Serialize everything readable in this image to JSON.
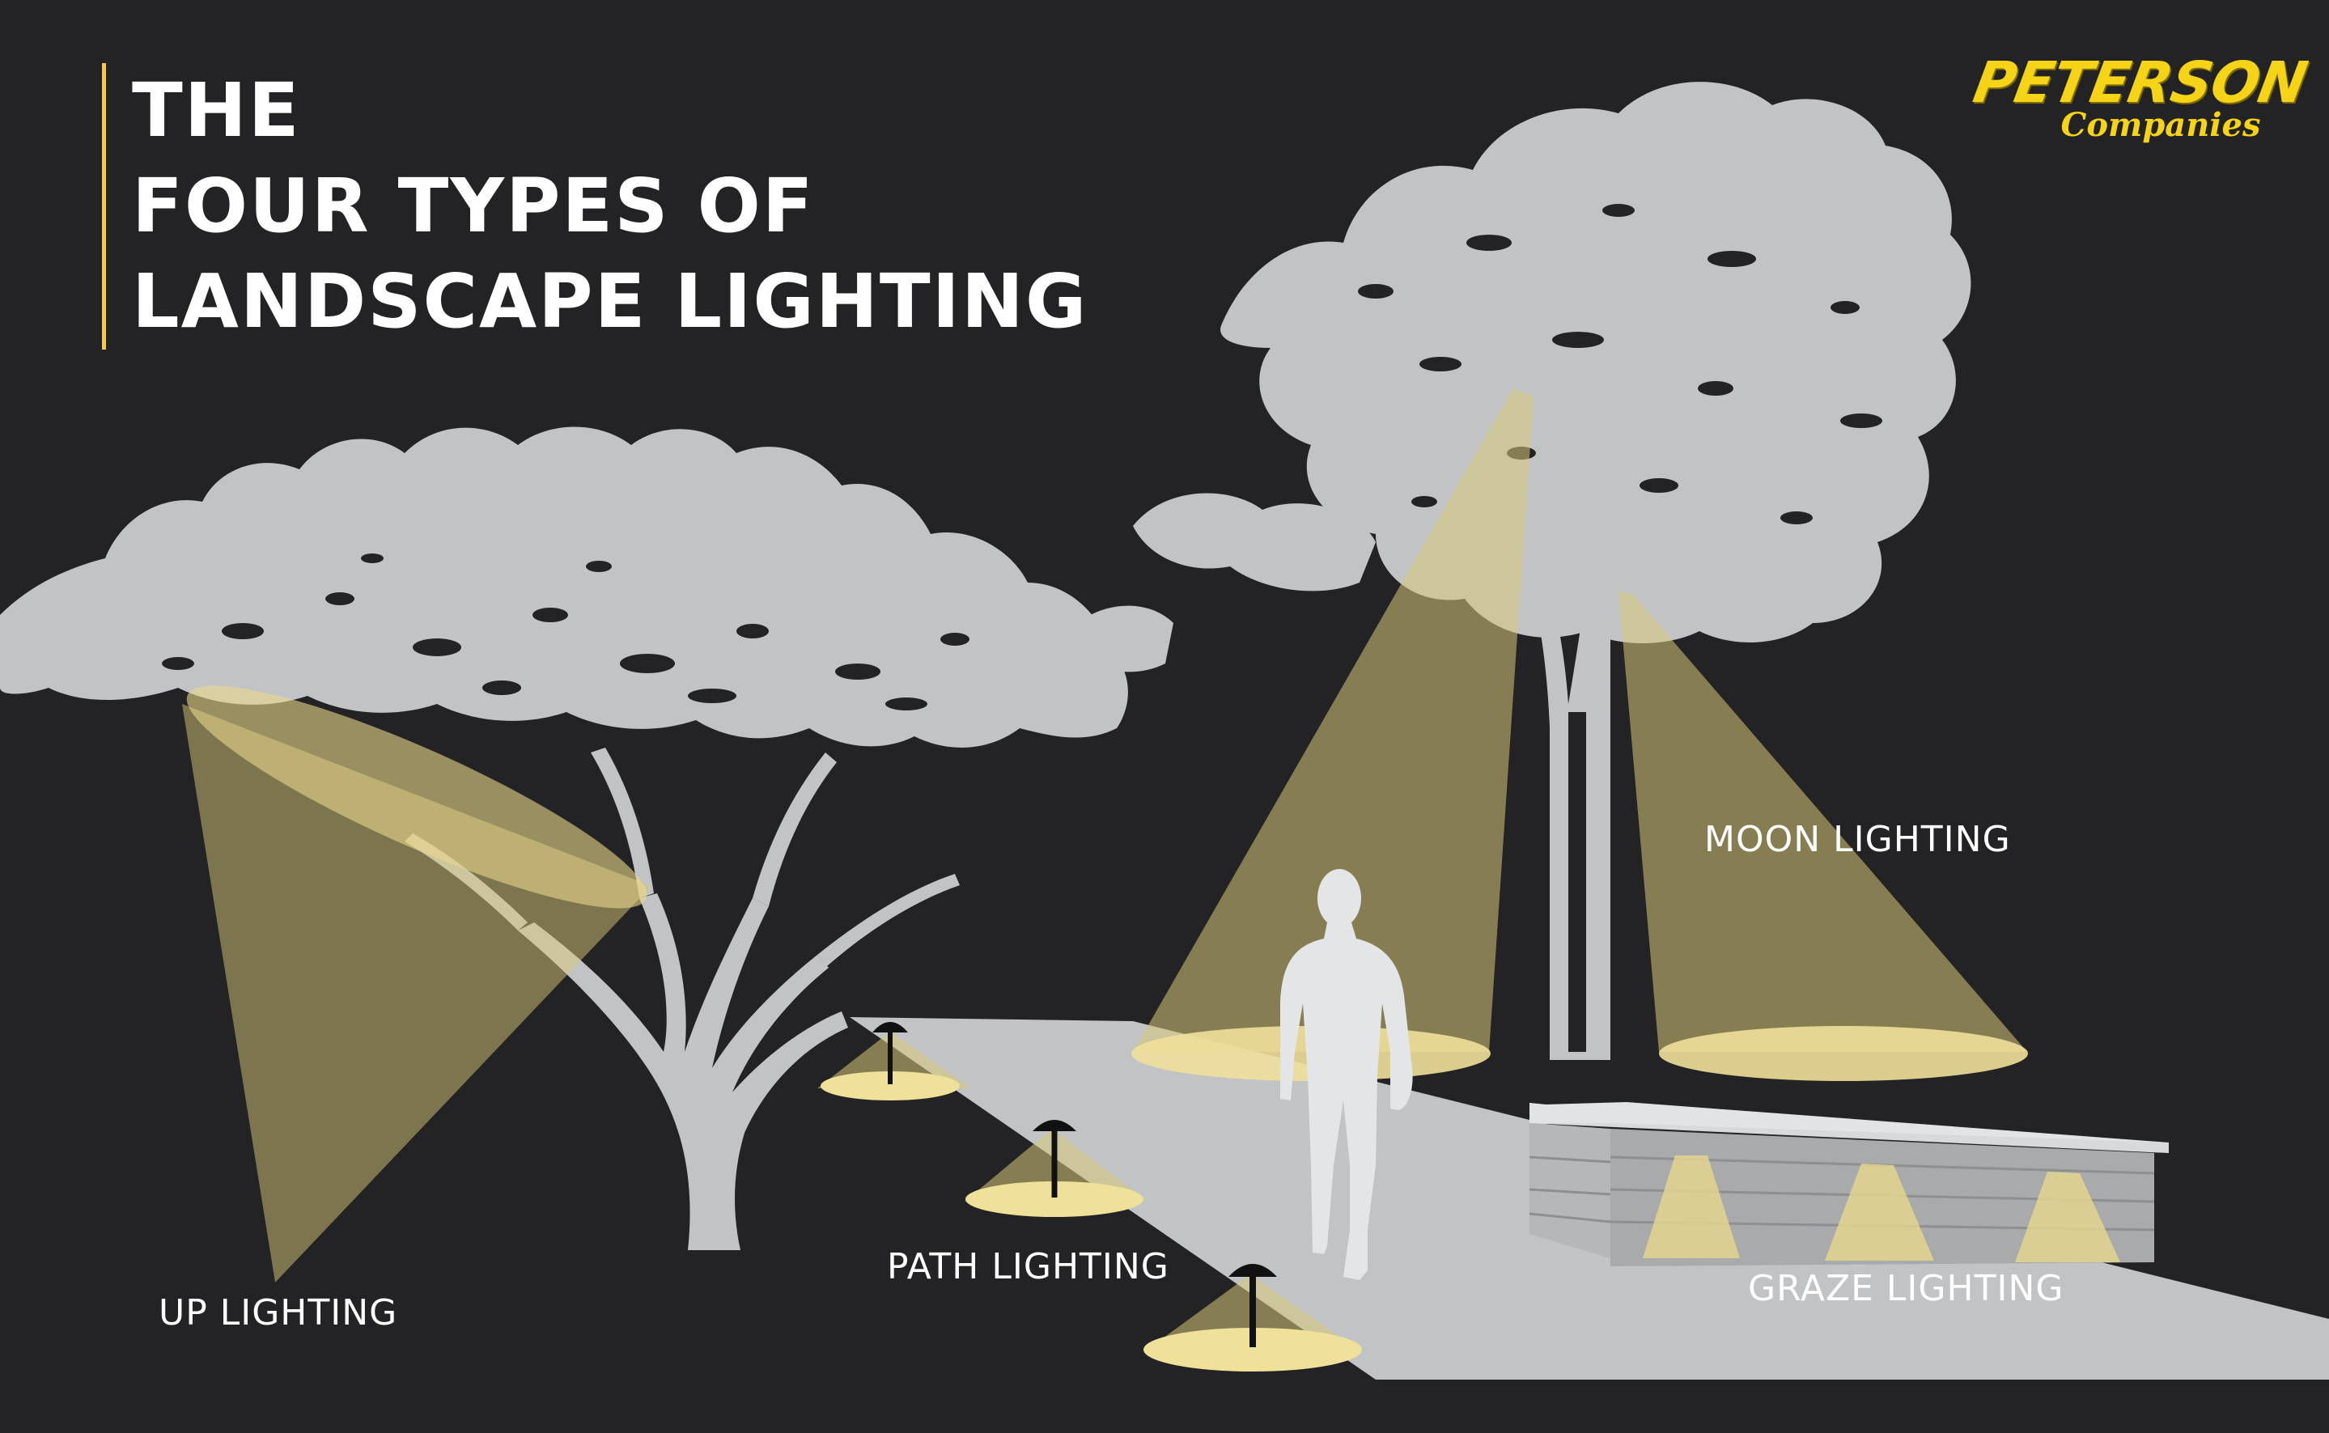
{
  "title": {
    "line1": "THE",
    "line2": "FOUR TYPES OF",
    "line3": "LANDSCAPE LIGHTING"
  },
  "logo": {
    "brand": "PETERSON",
    "sub": "Companies"
  },
  "labels": {
    "up": "UP LIGHTING",
    "path": "PATH LIGHTING",
    "moon": "MOON LIGHTING",
    "graze": "GRAZE LIGHTING"
  },
  "colors": {
    "background": "#232325",
    "silhouette": "#c2c3c5",
    "light_beam": "#d8c878",
    "light_pool": "#efe09a",
    "accent": "#f2c94c",
    "logo": "#f5d316"
  }
}
